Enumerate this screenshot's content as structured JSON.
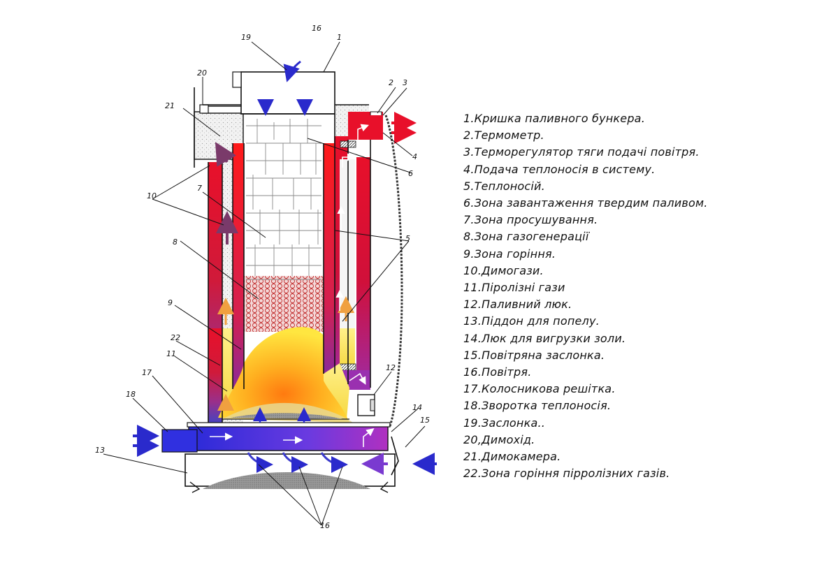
{
  "callouts": {
    "c1": "1",
    "c2": "2",
    "c3": "3",
    "c4": "4",
    "c5": "5",
    "c6": "6",
    "c7": "7",
    "c8": "8",
    "c9": "9",
    "c10": "10",
    "c11": "11",
    "c12": "12",
    "c13": "13",
    "c14": "14",
    "c15": "15",
    "c16": "16",
    "c17": "17",
    "c18": "18",
    "c19": "19",
    "c20": "20",
    "c21": "21",
    "c22": "22"
  },
  "legend": [
    "1.Кришка паливного бункера.",
    "2.Термометр.",
    "3.Терморегулятор тяги подачі повітря.",
    "4.Подача теплоносія в систему.",
    "5.Теплоносій.",
    "6.Зона завантаження твердим паливом.",
    "7.Зона просушування.",
    "8.Зона газогенерації",
    "9.Зона горіння.",
    "10.Димогази.",
    "11.Піролізні гази",
    "12.Паливний люк.",
    "13.Піддон для попелу.",
    "14.Люк для вигрузки золи.",
    "15.Повітряна заслонка.",
    "16.Повітря.",
    "17.Колосникова решітка.",
    "18.Зворотка теплоносія.",
    "19.Заслонка..",
    "20,Димохід.",
    "21.Димокамера.",
    "22.Зона горіння пірролізних газів."
  ],
  "colors": {
    "hot_red": "#e8102a",
    "cold_blue": "#3a3ad8",
    "mid_violet": "#8a3ab8",
    "flame_yellow": "#ffd21a",
    "flame_orange": "#ff8a10",
    "smoke_purple": "#7a3a6a",
    "gas_orange": "#f0a040",
    "gray_fill": "#bdbdbd",
    "ash_gray": "#8a8a8a",
    "arrow_blue": "#2a2acc"
  }
}
